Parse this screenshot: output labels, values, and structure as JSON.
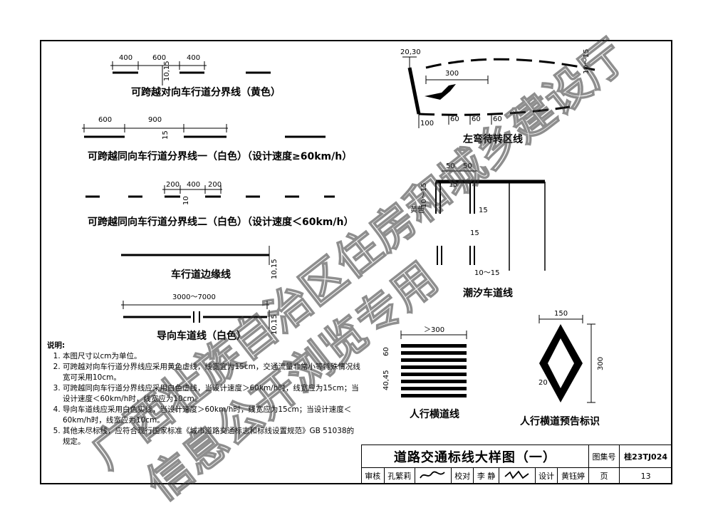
{
  "sections": {
    "yellow_divider": "可跨越对向车行道分界线（黄色）",
    "white_divider_1": "可跨越同向车行道分界线一（白色）（设计速度≥60km/h）",
    "white_divider_2": "可跨越同向车行道分界线二（白色）（设计速度＜60km/h）",
    "edge_line": "车行道边缘线",
    "guide_line": "导向车道线（白色）",
    "left_turn": "左弯待转区线",
    "tidal": "潮汐车道线",
    "crosswalk": "人行横道线",
    "crosswalk_warning": "人行横道预告标识"
  },
  "dims": {
    "d400a": "400",
    "d600a": "600",
    "d400b": "400",
    "w1015a": "10,15",
    "d600b": "600",
    "d900": "900",
    "w15a": "15",
    "d200a": "200",
    "d400c": "400",
    "d200b": "200",
    "w10": "10",
    "w1015b": "10,15",
    "d3000": "3000～7000",
    "w1015c": "10,15",
    "d2030": "20,30",
    "d300a": "300",
    "d1015a": "10～15",
    "d100": "100",
    "d60a": "60",
    "d60b": "60",
    "d60c": "60",
    "d50a": "50",
    "d50b": "50",
    "d1015b": "10～15",
    "w15b": "15",
    "w15c": "15",
    "w15d": "15",
    "d1015c": "10～15",
    "yellow_tag": "黄色",
    "dgt300": "＞300",
    "d60d": "60",
    "d4045": "40,45",
    "d150": "150",
    "d300b": "300",
    "d20": "20"
  },
  "notes": {
    "title": "说明:",
    "items": [
      "本图尺寸以cm为单位。",
      "可跨越对向车行道分界线应采用黄色虚线，线宽宜为15cm，交通流量非常小等特殊情况线宽可采用10cm。",
      "可跨越同向车行道分界线应采用白色虚线，当设计速度＞60km/h时，线宽应为15cm；当设计速度＜60km/h时，线宽应为10cm。",
      "导向车道线应采用白色实线，当设计速度＞60km/h时，线宽应为15cm；当设计速度＜60km/h时，线宽应为10cm。",
      "其他未尽标线，应符合现行国家标准《城市道路交通标志和标线设置规范》GB 51038的规定。"
    ]
  },
  "title_block": {
    "title": "道路交通标线大样图（一）",
    "atlas_label": "图集号",
    "atlas_no": "桂23TJ024",
    "review_label": "审核",
    "review_name": "孔繁莉",
    "check_label": "校对",
    "check_name": "李 静",
    "design_label": "设计",
    "design_name": "黄钰婷",
    "page_label": "页",
    "page_no": "13",
    "sig1": "孔繁莉",
    "sig2": "李静",
    "sig3": "黄钰婷"
  },
  "watermark": {
    "line1": "广西壮族自治区住房和城乡建设厅",
    "line2": "信息公开浏览专用"
  }
}
